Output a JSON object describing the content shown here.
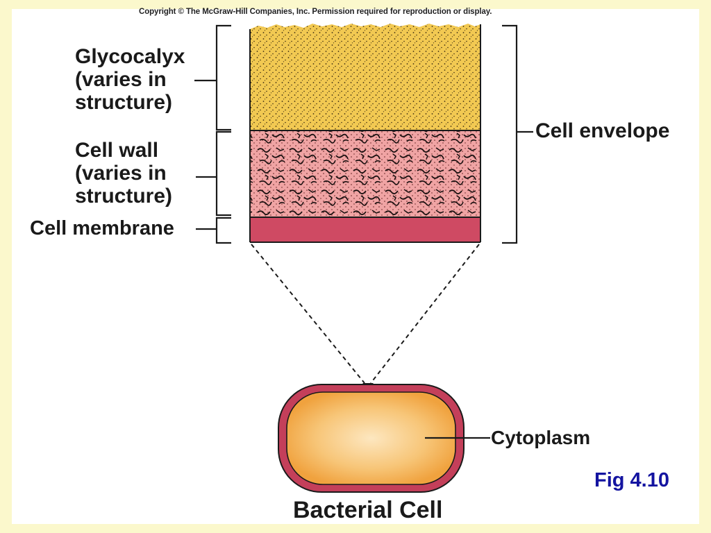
{
  "copyright": "Copyright © The McGraw-Hill Companies, Inc. Permission required for reproduction or display.",
  "labels": {
    "glycocalyx": [
      "Glycocalyx",
      "(varies in",
      "structure)"
    ],
    "cell_wall": [
      "Cell wall",
      "(varies in",
      "structure)"
    ],
    "cell_membrane": "Cell membrane",
    "cell_envelope": "Cell envelope",
    "cytoplasm": "Cytoplasm",
    "bacterial_cell": "Bacterial Cell"
  },
  "figure_label": "Fig 4.10",
  "colors": {
    "background": "#fbf8cc",
    "glycocalyx": "#f2c952",
    "cell_wall": "#f0a4a4",
    "cell_membrane": "#cf4a63",
    "cytoplasm": "#f4b24e",
    "cell_outline": "#c43f5a",
    "figure_label": "#1414a0"
  }
}
